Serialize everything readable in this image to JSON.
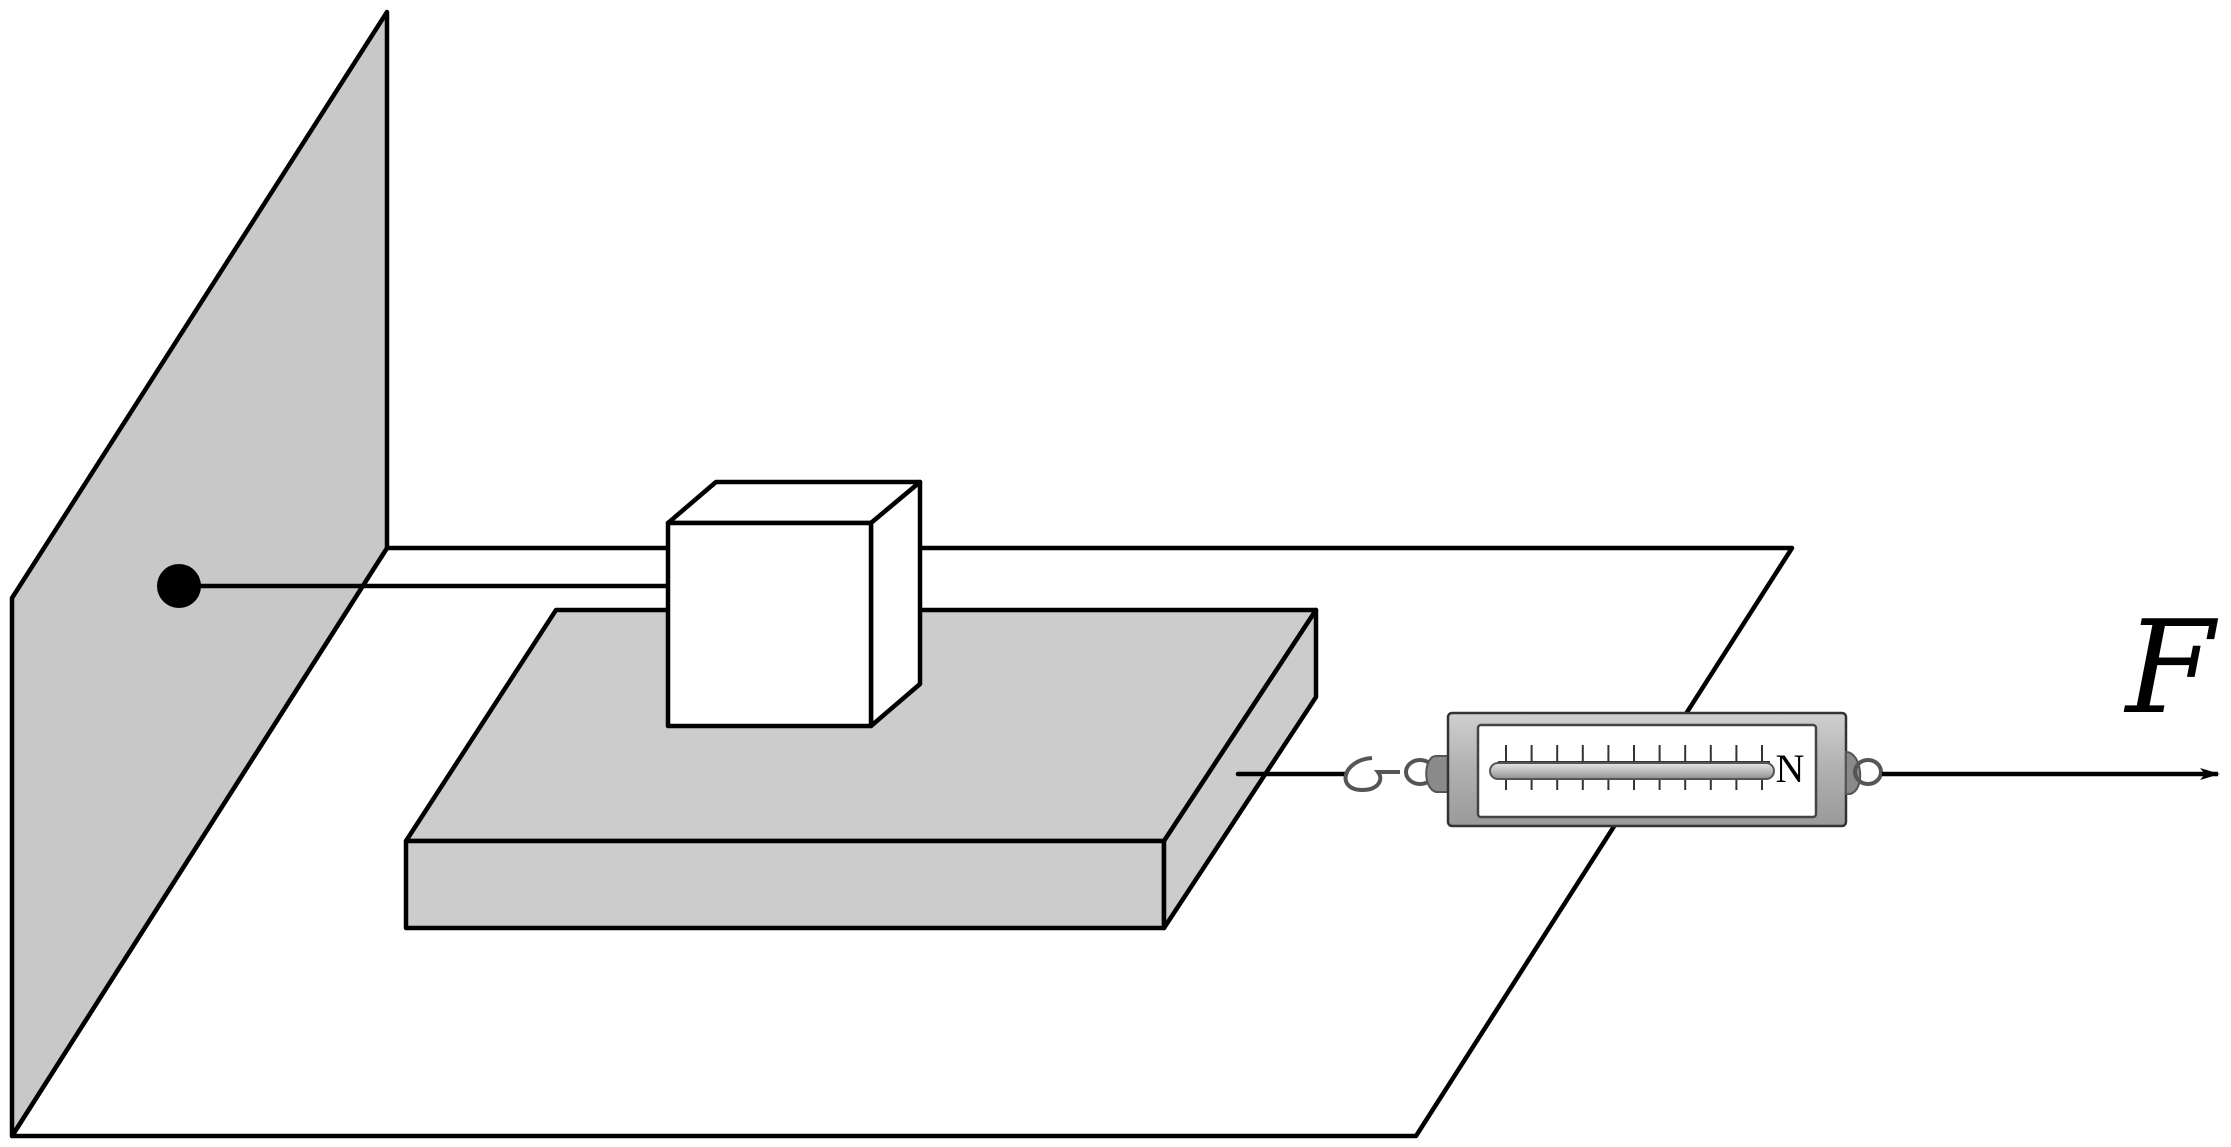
{
  "diagram": {
    "force_label": "F",
    "scale_unit_label": "N",
    "scale_tick_count": 11,
    "colors": {
      "line": "#000000",
      "wall_fill": "#c8c8c8",
      "board_fill": "#cccccc",
      "block_fill": "#ffffff",
      "floor_fill": "#ffffff",
      "scale_body": "#b4b4b4",
      "scale_window": "#ffffff",
      "scale_rod": "#c8c8c8"
    }
  }
}
